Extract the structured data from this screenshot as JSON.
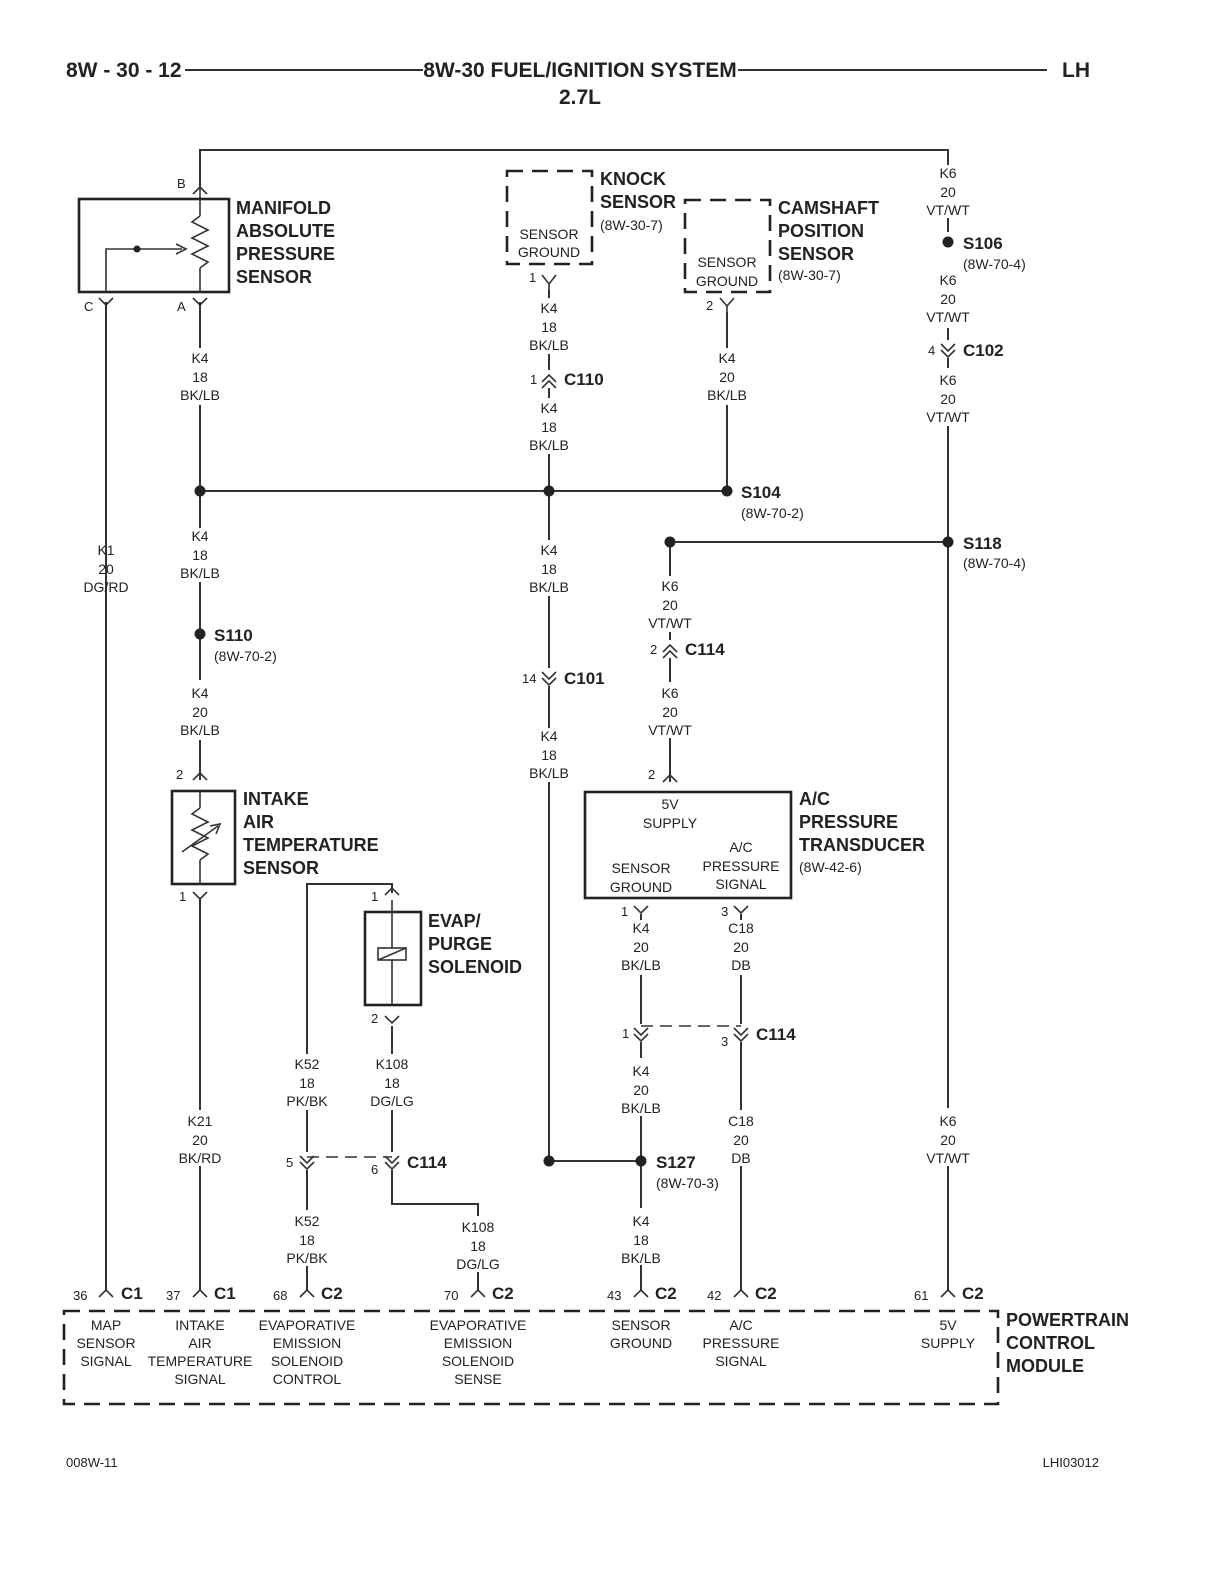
{
  "header": {
    "page_id": "8W - 30 - 12",
    "title": "8W-30 FUEL/IGNITION SYSTEM",
    "subtitle": "2.7L",
    "side": "LH"
  },
  "components": {
    "map_sensor": [
      "MANIFOLD",
      "ABSOLUTE",
      "PRESSURE",
      "SENSOR"
    ],
    "knock_sensor": [
      "KNOCK",
      "SENSOR"
    ],
    "knock_ref": "(8W-30-7)",
    "knock_inner": [
      "SENSOR",
      "GROUND"
    ],
    "cam_sensor": [
      "CAMSHAFT",
      "POSITION",
      "SENSOR"
    ],
    "cam_ref": "(8W-30-7)",
    "cam_inner": [
      "SENSOR",
      "GROUND"
    ],
    "iat_sensor": [
      "INTAKE",
      "AIR",
      "TEMPERATURE",
      "SENSOR"
    ],
    "evap_solenoid": [
      "EVAP/",
      "PURGE",
      "SOLENOID"
    ],
    "ac_transducer": [
      "A/C",
      "PRESSURE",
      "TRANSDUCER"
    ],
    "ac_ref": "(8W-42-6)",
    "ac_5v": [
      "5V",
      "SUPPLY"
    ],
    "ac_gnd": [
      "SENSOR",
      "GROUND"
    ],
    "ac_sig": [
      "A/C",
      "PRESSURE",
      "SIGNAL"
    ],
    "pcm": [
      "POWERTRAIN",
      "CONTROL",
      "MODULE"
    ]
  },
  "pins": {
    "map_b": "B",
    "map_c": "C",
    "map_a": "A",
    "knock_1": "1",
    "cam_2": "2",
    "iat_2": "2",
    "iat_1": "1",
    "evap_1": "1",
    "evap_2": "2",
    "ac_2": "2",
    "ac_1": "1",
    "ac_3": "3",
    "c110_1": "1",
    "c101_14": "14",
    "c102_4": "4",
    "c114_2": "2",
    "c114_1": "1",
    "c114_3": "3",
    "c114_5": "5",
    "c114_6": "6"
  },
  "connectors": {
    "c110": "C110",
    "c101": "C101",
    "c102": "C102",
    "c114a": "C114",
    "c114b": "C114",
    "c114c": "C114"
  },
  "splices": {
    "s104": "S104",
    "s104_ref": "(8W-70-2)",
    "s106": "S106",
    "s106_ref": "(8W-70-4)",
    "s110": "S110",
    "s110_ref": "(8W-70-2)",
    "s118": "S118",
    "s118_ref": "(8W-70-4)",
    "s127": "S127",
    "s127_ref": "(8W-70-3)"
  },
  "wires": {
    "map_k4": [
      "K4",
      "18",
      "BK/LB"
    ],
    "k1": [
      "K1",
      "20",
      "DG/RD"
    ],
    "knock_k4": [
      "K4",
      "18",
      "BK/LB"
    ],
    "knock_k4b": [
      "K4",
      "18",
      "BK/LB"
    ],
    "cam_k4": [
      "K4",
      "20",
      "BK/LB"
    ],
    "k6_top": [
      "K6",
      "20",
      "VT/WT"
    ],
    "k6_mid": [
      "K6",
      "20",
      "VT/WT"
    ],
    "k6_low": [
      "K6",
      "20",
      "VT/WT"
    ],
    "k4_s110a": [
      "K4",
      "18",
      "BK/LB"
    ],
    "k4_s110b": [
      "K4",
      "20",
      "BK/LB"
    ],
    "k4_c101a": [
      "K4",
      "18",
      "BK/LB"
    ],
    "k4_c101b": [
      "K4",
      "18",
      "BK/LB"
    ],
    "k6_c114a": [
      "K6",
      "20",
      "VT/WT"
    ],
    "k6_c114b": [
      "K6",
      "20",
      "VT/WT"
    ],
    "ac_k4": [
      "K4",
      "20",
      "BK/LB"
    ],
    "ac_c18": [
      "C18",
      "20",
      "DB"
    ],
    "ac_k4b": [
      "K4",
      "20",
      "BK/LB"
    ],
    "ac_c18b": [
      "C18",
      "20",
      "DB"
    ],
    "k21": [
      "K21",
      "20",
      "BK/RD"
    ],
    "k52a": [
      "K52",
      "18",
      "PK/BK"
    ],
    "k108a": [
      "K108",
      "18",
      "DG/LG"
    ],
    "k52b": [
      "K52",
      "18",
      "PK/BK"
    ],
    "k108b": [
      "K108",
      "18",
      "DG/LG"
    ],
    "k4_s127": [
      "K4",
      "18",
      "BK/LB"
    ],
    "k6_pcm": [
      "K6",
      "20",
      "VT/WT"
    ]
  },
  "pcm_pins": [
    {
      "pin": "36",
      "conn": "C1",
      "label": [
        "MAP",
        "SENSOR",
        "SIGNAL"
      ]
    },
    {
      "pin": "37",
      "conn": "C1",
      "label": [
        "INTAKE",
        "AIR",
        "TEMPERATURE",
        "SIGNAL"
      ]
    },
    {
      "pin": "68",
      "conn": "C2",
      "label": [
        "EVAPORATIVE",
        "EMISSION",
        "SOLENOID",
        "CONTROL"
      ]
    },
    {
      "pin": "70",
      "conn": "C2",
      "label": [
        "EVAPORATIVE",
        "EMISSION",
        "SOLENOID",
        "SENSE"
      ]
    },
    {
      "pin": "43",
      "conn": "C2",
      "label": [
        "SENSOR",
        "GROUND"
      ]
    },
    {
      "pin": "42",
      "conn": "C2",
      "label": [
        "A/C",
        "PRESSURE",
        "SIGNAL"
      ]
    },
    {
      "pin": "61",
      "conn": "C2",
      "label": [
        "5V",
        "SUPPLY"
      ]
    }
  ],
  "footer": {
    "left": "008W-11",
    "right": "LHI03012"
  }
}
